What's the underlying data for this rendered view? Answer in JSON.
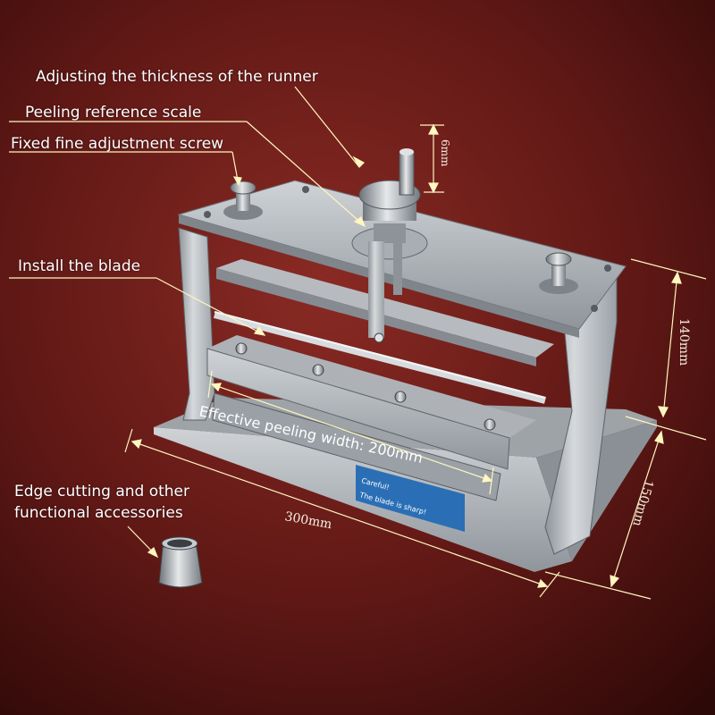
{
  "callouts": {
    "runner_thickness": "Adjusting the thickness of the runner",
    "reference_scale": "Peeling reference scale",
    "fine_adjust_screw": "Fixed fine adjustment screw",
    "install_blade": "Install the blade",
    "accessories_line1": "Edge cutting and other",
    "accessories_line2": "functional accessories",
    "effective_width": "Effective peeling width: 200mm"
  },
  "dimensions": {
    "thickness": "6mm",
    "height": "140mm",
    "depth": "150mm",
    "width": "300mm"
  },
  "sticker": {
    "line1": "Careful!",
    "line2": "The blade is sharp!"
  },
  "colors": {
    "leather": "#5a1412",
    "steel": "#b9bdc2",
    "leader_line": "#fff6c0",
    "label_text": "#ffffff"
  }
}
